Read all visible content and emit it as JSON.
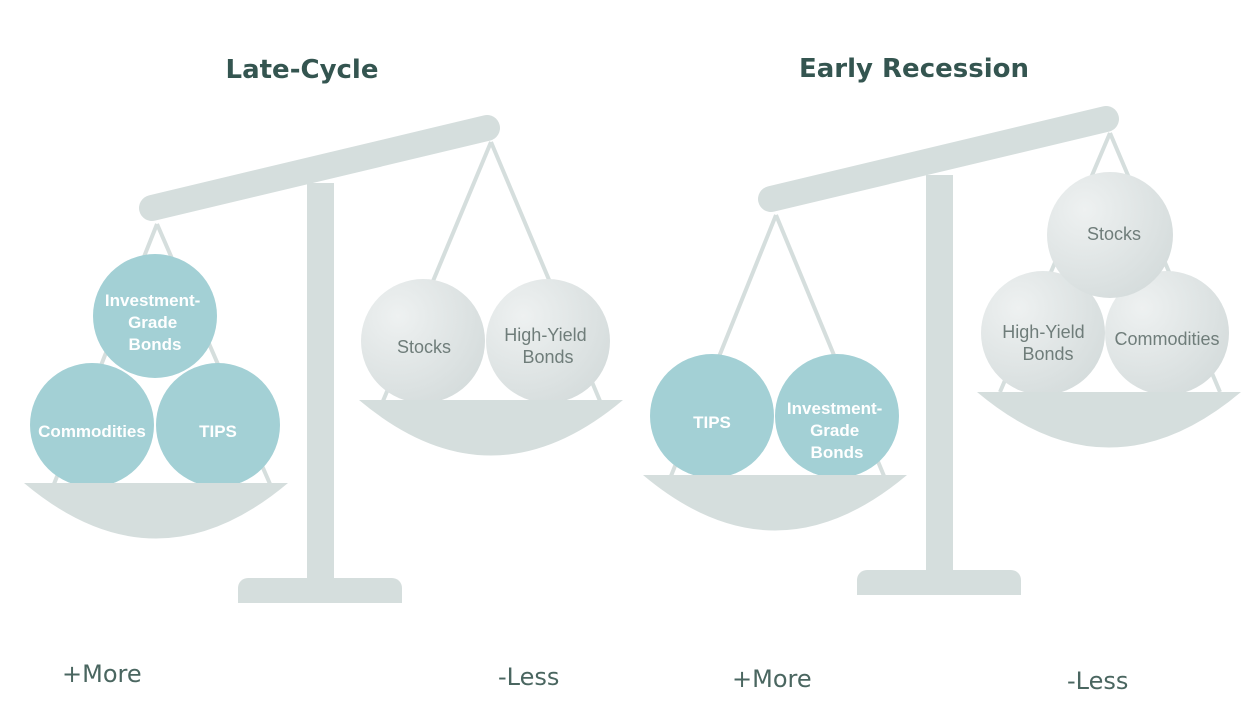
{
  "colors": {
    "frame": "#d5dedd",
    "teal_ball": "#a3d0d5",
    "gray_ball_light": "#eef1f1",
    "gray_ball_dark": "#d5dcdc",
    "title": "#345550",
    "direction_label": "#4a6660",
    "teal_text": "#ffffff",
    "gray_text": "#6f7d7a"
  },
  "panels": [
    {
      "title": "Late-Cycle",
      "more_label": "+More",
      "less_label": "-Less",
      "more_side_assets": [
        {
          "lines": [
            "Investment-",
            "Grade",
            "Bonds"
          ],
          "style": "teal"
        },
        {
          "lines": [
            "Commodities"
          ],
          "style": "teal"
        },
        {
          "lines": [
            "TIPS"
          ],
          "style": "teal"
        }
      ],
      "less_side_assets": [
        {
          "lines": [
            "Stocks"
          ],
          "style": "gray"
        },
        {
          "lines": [
            "High-Yield",
            "Bonds"
          ],
          "style": "gray"
        }
      ]
    },
    {
      "title": "Early Recession",
      "more_label": "+More",
      "less_label": "-Less",
      "more_side_assets": [
        {
          "lines": [
            "TIPS"
          ],
          "style": "teal"
        },
        {
          "lines": [
            "Investment-",
            "Grade",
            "Bonds"
          ],
          "style": "teal"
        }
      ],
      "less_side_assets": [
        {
          "lines": [
            "Stocks"
          ],
          "style": "gray"
        },
        {
          "lines": [
            "High-Yield",
            "Bonds"
          ],
          "style": "gray"
        },
        {
          "lines": [
            "Commodities"
          ],
          "style": "gray"
        }
      ]
    }
  ]
}
